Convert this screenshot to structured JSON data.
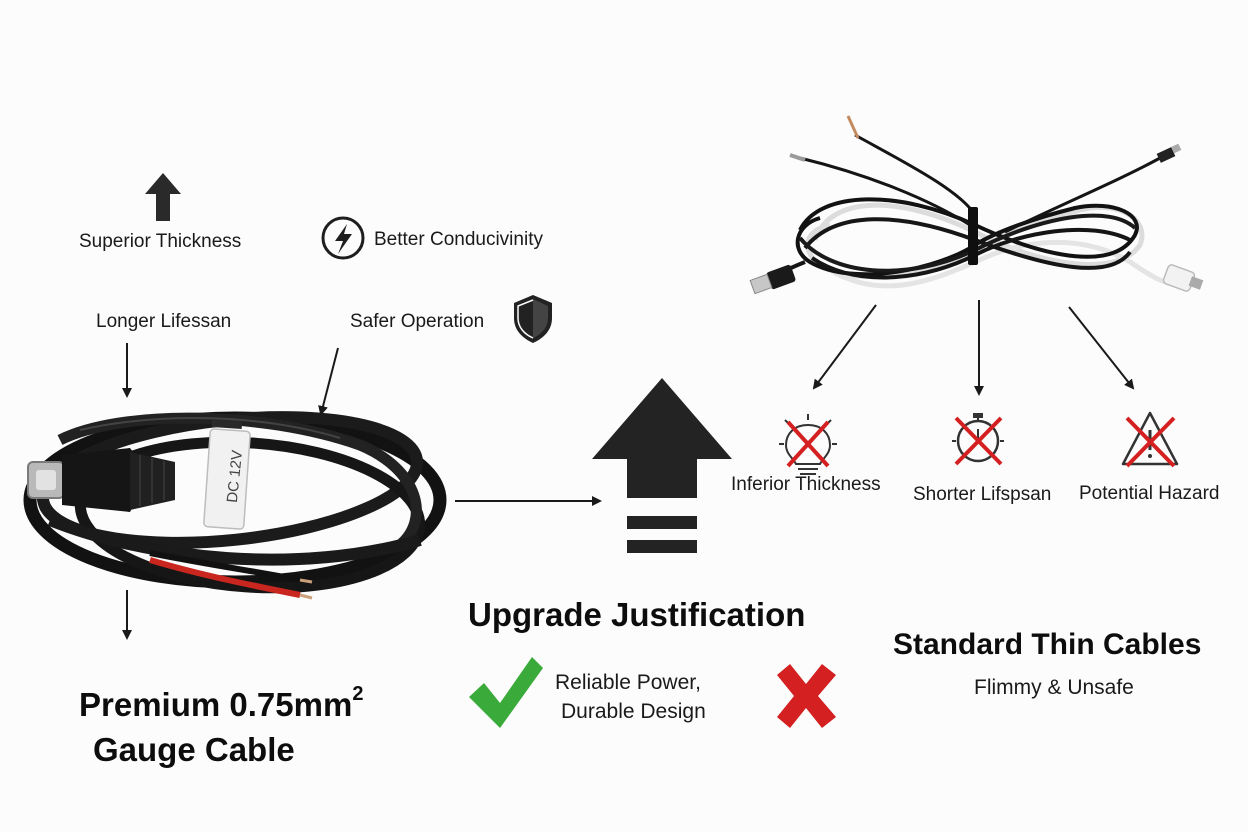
{
  "premium": {
    "features": {
      "thickness": "Superior Thickness",
      "conductivity": "Better Conducivinity",
      "lifespan": "Longer Lifessan",
      "safety": "Safer Operation"
    },
    "cable_tag": "DC 12V",
    "title_line1": "Premium 0.75mm",
    "title_sup": "2",
    "title_line2": "Gauge Cable"
  },
  "center": {
    "title": "Upgrade Justification",
    "benefit_line1": "Reliable Power,",
    "benefit_line2": "Durable Design"
  },
  "standard": {
    "drawbacks": {
      "thickness": "Inferior Thickness",
      "lifespan": "Shorter Lifspsan",
      "hazard": "Potential Hazard"
    },
    "title": "Standard Thin Cables",
    "subtitle": "Flimmy & Unsafe"
  },
  "colors": {
    "check": "#3aaa3a",
    "cross": "#d42020",
    "arrow": "#1f1f1f",
    "cable": "#121212",
    "wire_red": "#c8261e"
  }
}
